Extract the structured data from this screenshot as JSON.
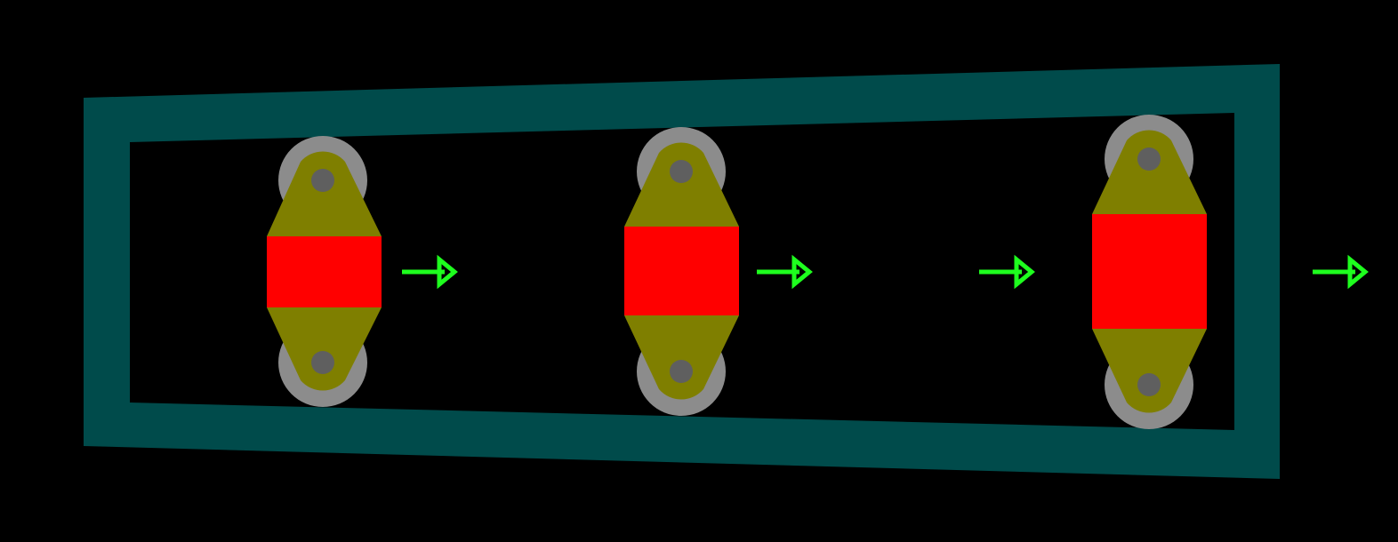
{
  "colors": {
    "background": "#000000",
    "frame": "#004B4B",
    "pad_ring": "#8C8C8C",
    "pad_drill": "#5F5F5F",
    "copper": "#7F7F00",
    "component_body": "#FF0000",
    "arrow": "#1EFF1E"
  },
  "frame": {
    "shape": "slanted-rectangle"
  },
  "components": [
    {
      "id": "component-1",
      "pads": 2
    },
    {
      "id": "component-2",
      "pads": 2
    },
    {
      "id": "component-3",
      "pads": 2
    }
  ],
  "arrows": [
    {
      "id": "arrow-1",
      "direction": "right"
    },
    {
      "id": "arrow-2",
      "direction": "right"
    },
    {
      "id": "arrow-3",
      "direction": "right"
    },
    {
      "id": "arrow-4",
      "direction": "right"
    }
  ]
}
